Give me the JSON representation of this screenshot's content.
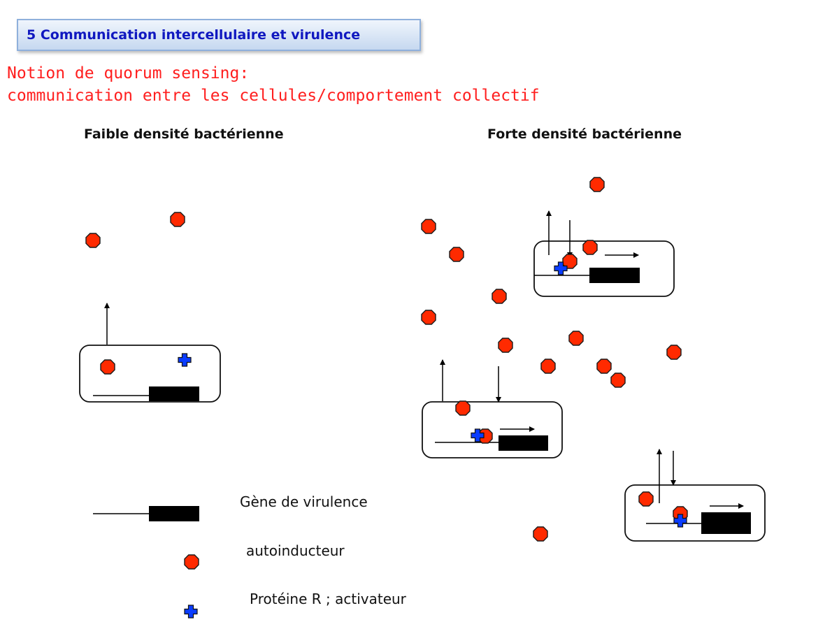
{
  "header": {
    "title": "5 Communication intercellulaire et virulence",
    "colors": {
      "text": "#1018c0",
      "border": "#8fb0dc"
    }
  },
  "subtitle": {
    "line1": "Notion de quorum sensing:",
    "line2": "communication entre les cellules/comportement collectif",
    "color": "#ff1e1e"
  },
  "panels": {
    "left_title": "Faible densité bactérienne",
    "right_title": "Forte densité bactérienne"
  },
  "legend": {
    "gene_label": "Gène de virulence",
    "autoinducer_label": "autoinducteur",
    "protein_label": "Protéine R ; activateur"
  },
  "colors": {
    "autoinducer": "#ff2a00",
    "protein": "#0a3cff",
    "gene": "#000000"
  },
  "icons": {
    "autoinducer": "red-octagon-icon",
    "protein": "blue-cross-icon",
    "gene": "gene-bar-icon"
  }
}
